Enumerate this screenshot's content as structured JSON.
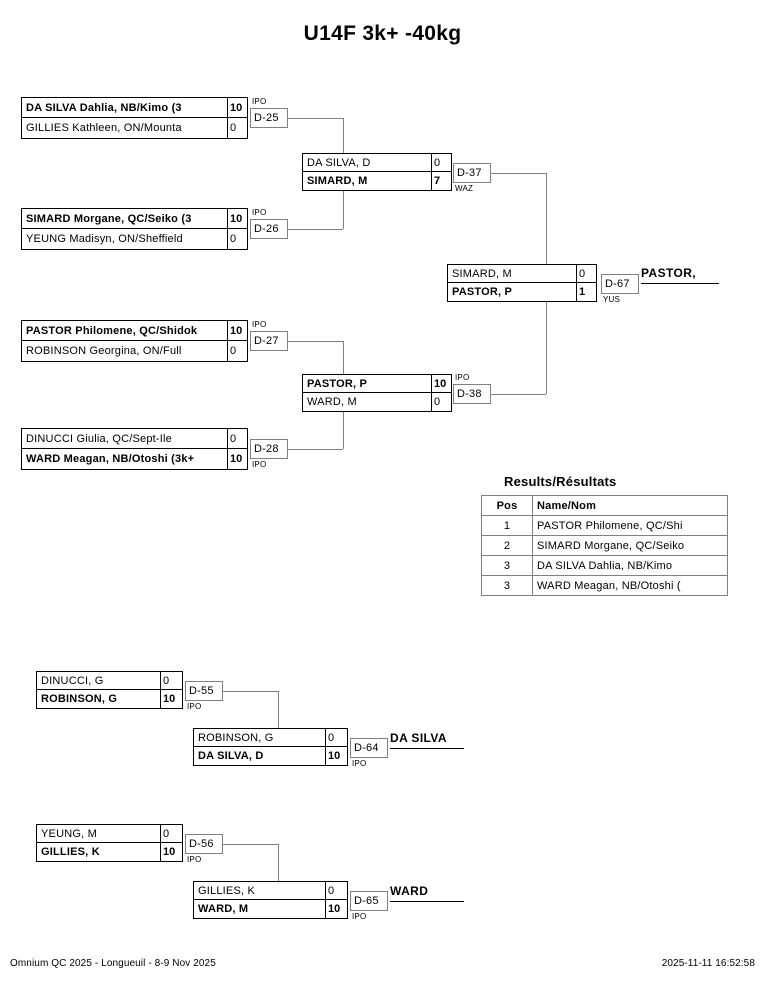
{
  "title": "U14F 3k+ -40kg",
  "results_heading": "Results/Résultats",
  "results_columns": {
    "pos": "Pos",
    "name": "Name/Nom"
  },
  "results_rows": [
    {
      "pos": "1",
      "name": "PASTOR Philomene, QC/Shi"
    },
    {
      "pos": "2",
      "name": "SIMARD Morgane, QC/Seiko"
    },
    {
      "pos": "3",
      "name": "DA SILVA Dahlia, NB/Kimo"
    },
    {
      "pos": "3",
      "name": "WARD Meagan, NB/Otoshi ("
    }
  ],
  "main_bracket": {
    "round1": [
      {
        "fight": "D-25",
        "method": "IPO",
        "method_pos": "top",
        "top": {
          "name": "DA SILVA Dahlia, NB/Kimo (3",
          "score": "10",
          "winner": true
        },
        "bottom": {
          "name": "GILLIES Kathleen, ON/Mounta",
          "score": "0",
          "winner": false
        }
      },
      {
        "fight": "D-26",
        "method": "IPO",
        "method_pos": "top",
        "top": {
          "name": "SIMARD Morgane, QC/Seiko (3",
          "score": "10",
          "winner": true
        },
        "bottom": {
          "name": "YEUNG Madisyn, ON/Sheffield",
          "score": "0",
          "winner": false
        }
      },
      {
        "fight": "D-27",
        "method": "IPO",
        "method_pos": "top",
        "top": {
          "name": "PASTOR Philomene, QC/Shidok",
          "score": "10",
          "winner": true
        },
        "bottom": {
          "name": "ROBINSON Georgina, ON/Full",
          "score": "0",
          "winner": false
        }
      },
      {
        "fight": "D-28",
        "method": "IPO",
        "method_pos": "bottom",
        "top": {
          "name": "DINUCCI Giulia, QC/Sept-Ile",
          "score": "0",
          "winner": false
        },
        "bottom": {
          "name": "WARD Meagan, NB/Otoshi (3k+",
          "score": "10",
          "winner": true
        }
      }
    ],
    "round2": [
      {
        "fight": "D-37",
        "method": "WAZ",
        "method_pos": "bottom",
        "top": {
          "name": "DA SILVA, D",
          "score": "0",
          "winner": false
        },
        "bottom": {
          "name": "SIMARD, M",
          "score": "7",
          "winner": true
        }
      },
      {
        "fight": "D-38",
        "method": "IPO",
        "method_pos": "top",
        "top": {
          "name": "PASTOR, P",
          "score": "10",
          "winner": true
        },
        "bottom": {
          "name": "WARD, M",
          "score": "0",
          "winner": false
        }
      }
    ],
    "final": {
      "fight": "D-67",
      "method": "YUS",
      "method_pos": "bottom",
      "top": {
        "name": "SIMARD, M",
        "score": "0",
        "winner": false
      },
      "bottom": {
        "name": "PASTOR, P",
        "score": "1",
        "winner": true
      },
      "winner_label": "PASTOR,"
    }
  },
  "repechage": {
    "bracket_a": {
      "first": {
        "fight": "D-55",
        "method": "IPO",
        "method_pos": "bottom",
        "top": {
          "name": "DINUCCI, G",
          "score": "0",
          "winner": false
        },
        "bottom": {
          "name": "ROBINSON, G",
          "score": "10",
          "winner": true
        }
      },
      "second": {
        "fight": "D-64",
        "method": "IPO",
        "method_pos": "bottom",
        "top": {
          "name": "ROBINSON, G",
          "score": "0",
          "winner": false
        },
        "bottom": {
          "name": "DA SILVA, D",
          "score": "10",
          "winner": true
        },
        "winner_label": "DA SILVA"
      }
    },
    "bracket_b": {
      "first": {
        "fight": "D-56",
        "method": "IPO",
        "method_pos": "bottom",
        "top": {
          "name": "YEUNG, M",
          "score": "0",
          "winner": false
        },
        "bottom": {
          "name": "GILLIES, K",
          "score": "10",
          "winner": true
        }
      },
      "second": {
        "fight": "D-65",
        "method": "IPO",
        "method_pos": "bottom",
        "top": {
          "name": "GILLIES, K",
          "score": "0",
          "winner": false
        },
        "bottom": {
          "name": "WARD, M",
          "score": "10",
          "winner": true
        },
        "winner_label": "WARD"
      }
    }
  },
  "footer": {
    "event": "Omnium QC 2025 - Longueuil - 8-9 Nov 2025",
    "timestamp": "2025-11-11 16:52:58"
  }
}
